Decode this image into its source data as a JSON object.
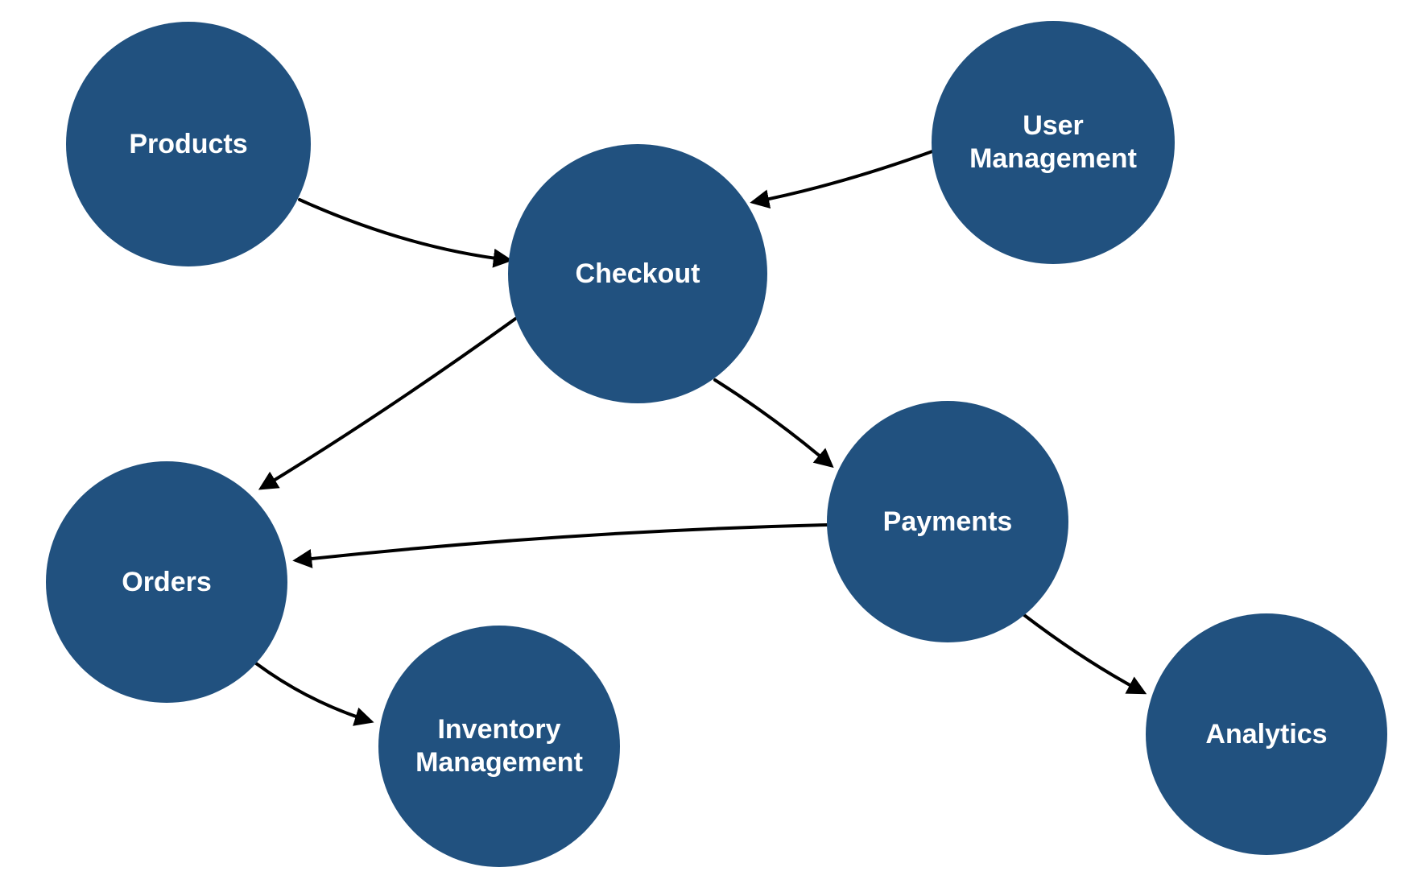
{
  "diagram": {
    "colors": {
      "node_fill": "#21517f",
      "node_text": "#ffffff",
      "edge": "#000000",
      "background": "#ffffff"
    },
    "nodes": {
      "products": {
        "label": "Products"
      },
      "user_management": {
        "label": "User Management"
      },
      "checkout": {
        "label": "Checkout"
      },
      "payments": {
        "label": "Payments"
      },
      "orders": {
        "label": "Orders"
      },
      "inventory_management": {
        "label": "Inventory Management"
      },
      "analytics": {
        "label": "Analytics"
      }
    },
    "edges": [
      {
        "from": "Products",
        "to": "Checkout"
      },
      {
        "from": "User Management",
        "to": "Checkout"
      },
      {
        "from": "Checkout",
        "to": "Payments"
      },
      {
        "from": "Checkout",
        "to": "Orders"
      },
      {
        "from": "Payments",
        "to": "Orders"
      },
      {
        "from": "Orders",
        "to": "Inventory Management"
      },
      {
        "from": "Payments",
        "to": "Analytics"
      }
    ]
  }
}
